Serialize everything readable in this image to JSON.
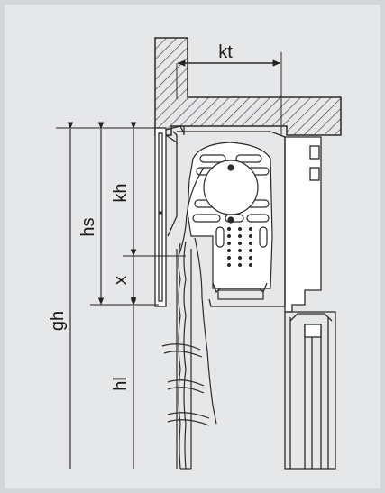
{
  "drawing": {
    "title": "Roller shutter box cross-section",
    "labels": {
      "kt": "kt",
      "kh": "kh",
      "hs": "hs",
      "gh": "gh",
      "x": "x",
      "hl": "hl"
    },
    "colors": {
      "background": "#e6e7e9",
      "frame": "#d5d6d8",
      "line": "#2a2a2a",
      "part_fill": "#ffffff"
    }
  }
}
